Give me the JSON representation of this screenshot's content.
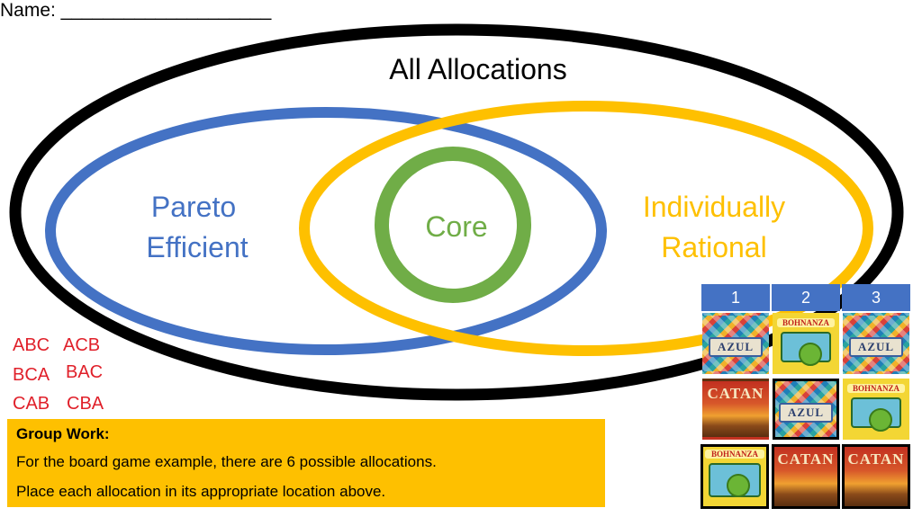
{
  "name_label": "Name: ____________________",
  "venn": {
    "outer_label": "All Allocations",
    "left_label_line1": "Pareto",
    "left_label_line2": "Efficient",
    "right_label_line1": "Individually",
    "right_label_line2": "Rational",
    "center_label": "Core"
  },
  "colors": {
    "outer": "#000000",
    "pareto": "#4472c4",
    "rational": "#fec000",
    "core": "#70ad47",
    "permutations": "#e0202a"
  },
  "permutations": [
    "ABC",
    "ACB",
    "BCA",
    "BAC",
    "CAB",
    "CBA"
  ],
  "group_work": {
    "title": "Group Work:",
    "line1": "For the board game example, there are 6 possible allocations.",
    "line2": "Place each allocation in its appropriate location above."
  },
  "game_table": {
    "headers": [
      "1",
      "2",
      "3"
    ],
    "rows": [
      [
        {
          "game": "AZUL"
        },
        {
          "game": "BOHNANZA"
        },
        {
          "game": "AZUL"
        }
      ],
      [
        {
          "game": "CATAN"
        },
        {
          "game": "AZUL"
        },
        {
          "game": "BOHNANZA"
        }
      ],
      [
        {
          "game": "BOHNANZA"
        },
        {
          "game": "CATAN"
        },
        {
          "game": "CATAN"
        }
      ]
    ]
  }
}
